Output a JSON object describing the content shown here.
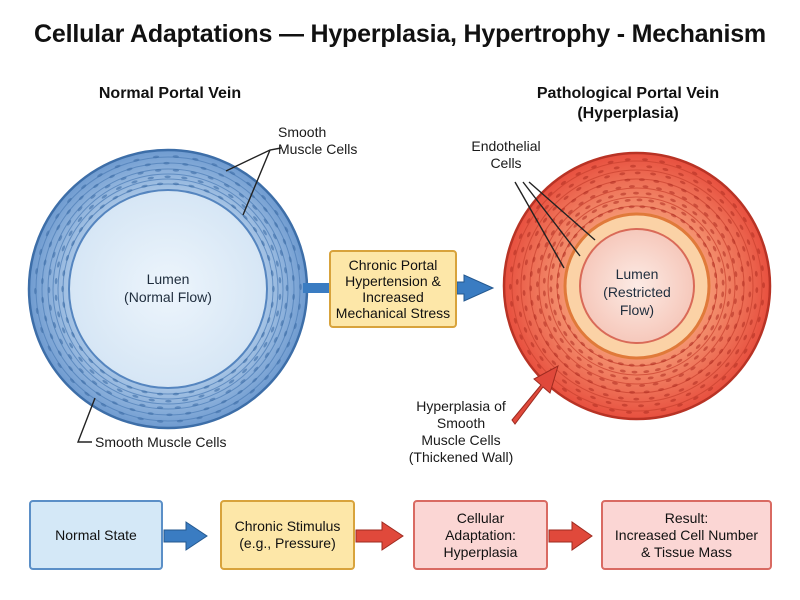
{
  "title": "Cellular Adaptations — Hyperplasia, Hypertrophy - Mechanism",
  "left": {
    "heading": "Normal Portal Vein",
    "lumen_line1": "Lumen",
    "lumen_line2": "(Normal Flow)",
    "label_top_line1": "Smooth",
    "label_top_line2": "Muscle Cells",
    "label_bottom": "Smooth Muscle Cells"
  },
  "middle": {
    "line1": "Chronic Portal",
    "line2": "Hypertension &",
    "line3": "Increased",
    "line4": "Mechanical Stress"
  },
  "right": {
    "heading_line1": "Pathological Portal Vein",
    "heading_line2": "(Hyperplasia)",
    "endothelial_line1": "Endothelial",
    "endothelial_line2": "Cells",
    "lumen_line1": "Lumen",
    "lumen_line2": "(Restricted",
    "lumen_line3": "Flow)",
    "hyperplasia_line1": "Hyperplasia of",
    "hyperplasia_line2": "Smooth",
    "hyperplasia_line3": "Muscle Cells",
    "hyperplasia_line4": "(Thickened Wall)"
  },
  "flow": [
    {
      "text": "Normal State"
    },
    {
      "text": "Chronic Stimulus\n(e.g., Pressure)"
    },
    {
      "text": "Cellular\nAdaptation:\nHyperplasia"
    },
    {
      "text": "Result:\nIncreased Cell Number\n& Tissue Mass"
    }
  ],
  "colors": {
    "normal_wall": "#8fb3dc",
    "normal_lumen": "#e2eef8",
    "patho_wall": "#f06a55",
    "patho_lumen": "#fbe1da",
    "arrow_blue": "#3a7cc2",
    "arrow_red": "#e0493b",
    "box_blue": "#d4e8f7",
    "box_yellow": "#fde7a8",
    "box_red": "#fbd6d4"
  }
}
